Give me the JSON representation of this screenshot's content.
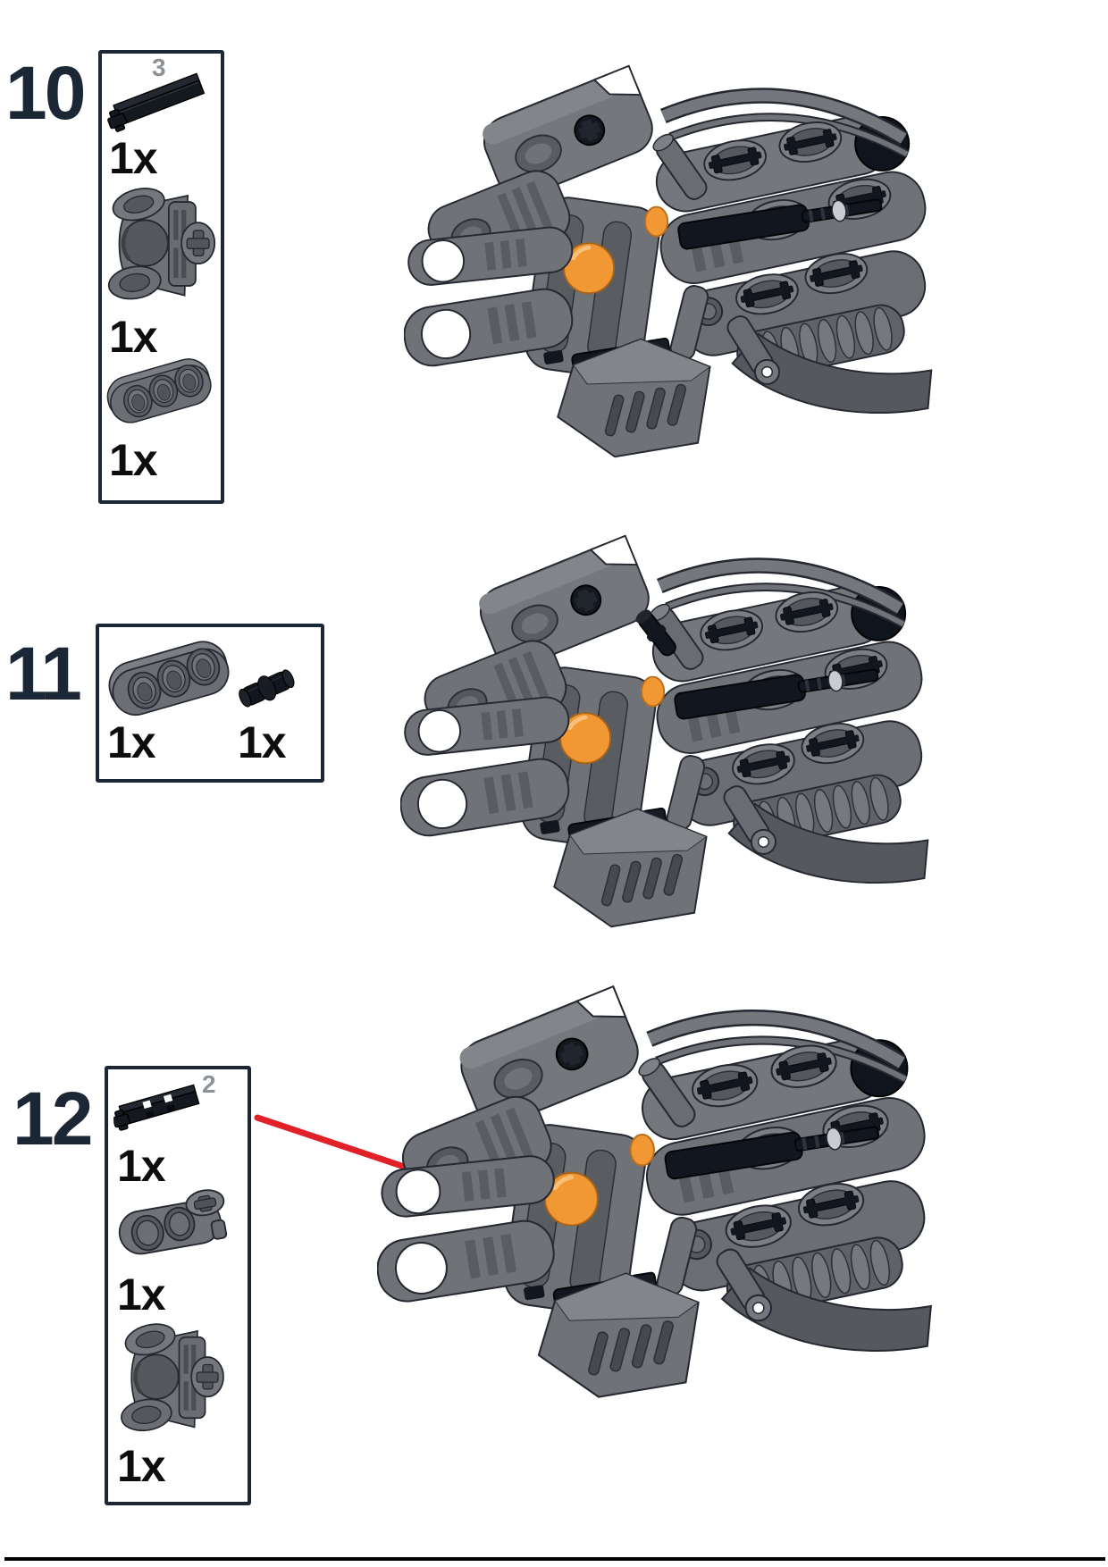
{
  "page": {
    "type": "lego-building-instructions-page",
    "background": "#ffffff",
    "has_footer_rule": true
  },
  "colors": {
    "step_number": "#1b2734",
    "box_border": "#1b2734",
    "qty_text": "#0d0d0d",
    "length_label_gray": "#8d9296",
    "arrow_red": "#e02128",
    "part_gray": "#6f7276",
    "part_black": "#12161e",
    "ball_orange": "#f19733",
    "footer_rule": "#000000"
  },
  "steps": [
    {
      "number": "10",
      "render_name": "assembly-render-after-step-10",
      "parts": [
        {
          "id": "axle-3l-black",
          "qty": "1x",
          "length_label": "3"
        },
        {
          "id": "axle-connector-ball-socket-gray",
          "qty": "1x"
        },
        {
          "id": "liftarm-3l-thick-gray",
          "qty": "1x"
        }
      ]
    },
    {
      "number": "11",
      "render_name": "assembly-render-after-step-11",
      "parts": [
        {
          "id": "liftarm-3l-thick-gray",
          "qty": "1x"
        },
        {
          "id": "connector-pin-friction-black",
          "qty": "1x"
        }
      ]
    },
    {
      "number": "12",
      "render_name": "assembly-render-after-step-12",
      "has_callout_arrow": true,
      "parts": [
        {
          "id": "axle-2l-notched-black",
          "qty": "1x",
          "length_label": "2"
        },
        {
          "id": "axle-pin-connector-perpendicular-gray",
          "qty": "1x"
        },
        {
          "id": "axle-connector-ball-socket-gray",
          "qty": "1x"
        }
      ]
    }
  ]
}
